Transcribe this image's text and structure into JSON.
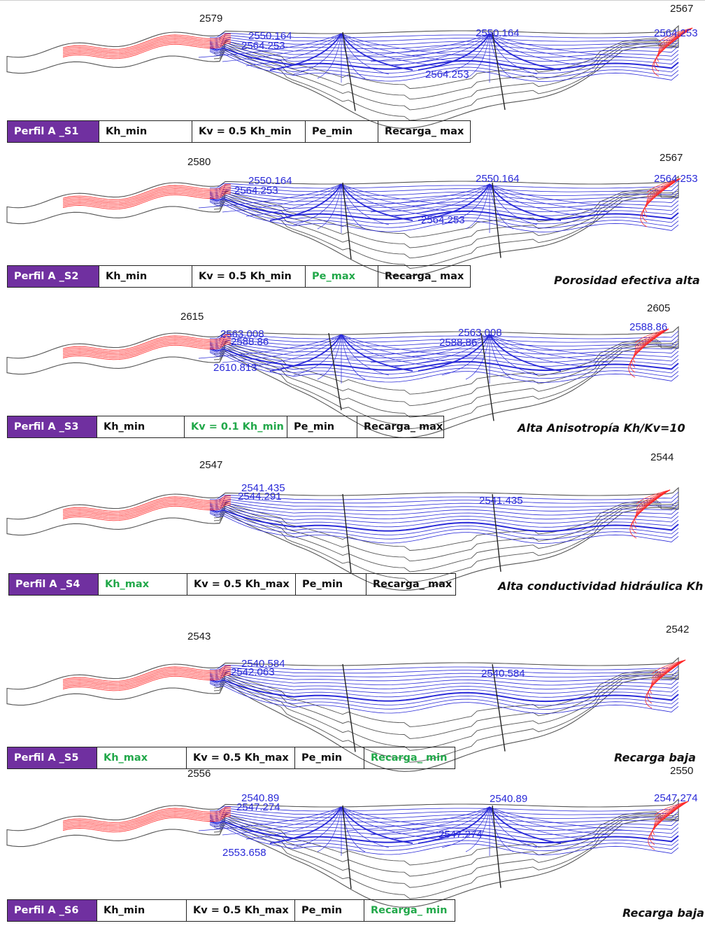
{
  "colors": {
    "profile_fill": "#7030a0",
    "highlight_text": "#22a84a",
    "flowline_blue": "#2a2ad8",
    "pathline_red": "#ff2a2a",
    "mesh_line": "#555555"
  },
  "panels": [
    {
      "id": "S1",
      "elev_left": "2579",
      "elev_right": "2567",
      "contour_labels": [
        "2550.164",
        "2564.253",
        "2550.164",
        "2564.253",
        "2564.253"
      ],
      "table": [
        {
          "text": "Perfil A _S1",
          "highlight": false
        },
        {
          "text": "Kh_min",
          "highlight": false
        },
        {
          "text": "Kv = 0.5 Kh_min",
          "highlight": false
        },
        {
          "text": "Pe_min",
          "highlight": false
        },
        {
          "text": "Recarga_ max",
          "highlight": false
        }
      ],
      "note": ""
    },
    {
      "id": "S2",
      "elev_left": "2580",
      "elev_right": "2567",
      "contour_labels": [
        "2550.164",
        "2564.253",
        "2550.164",
        "2564.253",
        "2564.253"
      ],
      "table": [
        {
          "text": "Perfil A _S2",
          "highlight": false
        },
        {
          "text": "Kh_min",
          "highlight": false
        },
        {
          "text": "Kv = 0.5 Kh_min",
          "highlight": false
        },
        {
          "text": "Pe_max",
          "highlight": true
        },
        {
          "text": "Recarga_ max",
          "highlight": false
        }
      ],
      "note": "Porosidad efectiva alta"
    },
    {
      "id": "S3",
      "elev_left": "2615",
      "elev_right": "2605",
      "contour_labels": [
        "2563.008",
        "2588.86",
        "2563.008",
        "2588.86",
        "2588.86",
        "2610.813"
      ],
      "table": [
        {
          "text": "Perfil A _S3",
          "highlight": false
        },
        {
          "text": "Kh_min",
          "highlight": false
        },
        {
          "text": "Kv = 0.1 Kh_min",
          "highlight": true
        },
        {
          "text": "Pe_min",
          "highlight": false
        },
        {
          "text": "Recarga_ max",
          "highlight": false
        }
      ],
      "note": "Alta Anisotropía  Kh/Kv=10"
    },
    {
      "id": "S4",
      "elev_left": "2547",
      "elev_right": "2544",
      "contour_labels": [
        "2541.435",
        "2544.291",
        "2541.435"
      ],
      "table": [
        {
          "text": "Perfil A _S4",
          "highlight": false
        },
        {
          "text": "Kh_max",
          "highlight": true
        },
        {
          "text": "Kv = 0.5 Kh_max",
          "highlight": false
        },
        {
          "text": "Pe_min",
          "highlight": false
        },
        {
          "text": "Recarga_ max",
          "highlight": false
        }
      ],
      "note": "Alta conductividad hidráulica Kh"
    },
    {
      "id": "S5",
      "elev_left": "2543",
      "elev_right": "2542",
      "contour_labels": [
        "2540.584",
        "2542.063",
        "2540.584"
      ],
      "table": [
        {
          "text": "Perfil A _S5",
          "highlight": false
        },
        {
          "text": "Kh_max",
          "highlight": true
        },
        {
          "text": "Kv = 0.5 Kh_max",
          "highlight": false
        },
        {
          "text": "Pe_min",
          "highlight": false
        },
        {
          "text": "Recarga_ min",
          "highlight": true
        }
      ],
      "note": "Recarga baja"
    },
    {
      "id": "S6",
      "elev_left": "2556",
      "elev_right": "2550",
      "contour_labels": [
        "2540.89",
        "2547.274",
        "2540.89",
        "2547.274",
        "2547.274",
        "2553.658"
      ],
      "table": [
        {
          "text": "Perfil A _S6",
          "highlight": false
        },
        {
          "text": "Kh_min",
          "highlight": false
        },
        {
          "text": "Kv = 0.5 Kh_max",
          "highlight": false
        },
        {
          "text": "Pe_min",
          "highlight": false
        },
        {
          "text": "Recarga_ min",
          "highlight": true
        }
      ],
      "note": "Recarga baja"
    }
  ]
}
